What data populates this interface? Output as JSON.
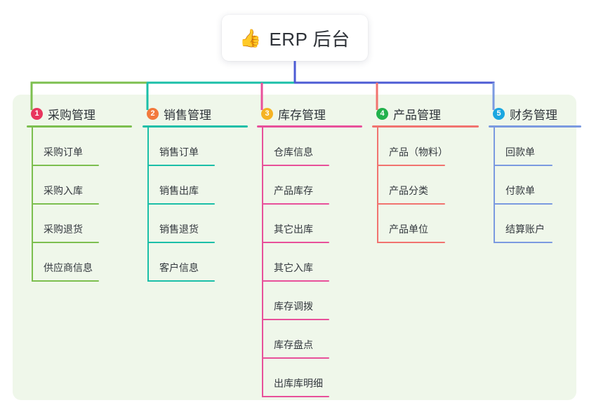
{
  "diagram": {
    "title": "ERP 后台",
    "root": {
      "icon": "thumbs-up-icon",
      "emoji": "👍",
      "label": "ERP 后台"
    },
    "panel_bg": "#eff7ea",
    "trunk_color": "#4c5bd4",
    "bus_segments": [
      {
        "color": "#7cbf4f"
      },
      {
        "color": "#1bbfa8"
      },
      {
        "color": "#4c5bd4"
      }
    ],
    "branches": [
      {
        "number": "1",
        "label": "采购管理",
        "badge_color": "#e8365e",
        "line_color": "#7cbf4f",
        "items": [
          {
            "label": "采购订单"
          },
          {
            "label": "采购入库"
          },
          {
            "label": "采购退货"
          },
          {
            "label": "供应商信息"
          }
        ]
      },
      {
        "number": "2",
        "label": "销售管理",
        "badge_color": "#f2793d",
        "line_color": "#1bbfa8",
        "items": [
          {
            "label": "销售订单"
          },
          {
            "label": "销售出库"
          },
          {
            "label": "销售退货"
          },
          {
            "label": "客户信息"
          }
        ]
      },
      {
        "number": "3",
        "label": "库存管理",
        "badge_color": "#f5b324",
        "line_color": "#e8509a",
        "items": [
          {
            "label": "仓库信息"
          },
          {
            "label": "产品库存"
          },
          {
            "label": "其它出库"
          },
          {
            "label": "其它入库"
          },
          {
            "label": "库存调拨"
          },
          {
            "label": "库存盘点"
          },
          {
            "label": "出库库明细"
          }
        ]
      },
      {
        "number": "4",
        "label": "产品管理",
        "badge_color": "#22b14c",
        "line_color": "#f1736f",
        "items": [
          {
            "label": "产品（物料）"
          },
          {
            "label": "产品分类"
          },
          {
            "label": "产品单位"
          }
        ]
      },
      {
        "number": "5",
        "label": "财务管理",
        "badge_color": "#1ba7e0",
        "line_color": "#7b9ae0",
        "items": [
          {
            "label": "回款单"
          },
          {
            "label": "付款单"
          },
          {
            "label": "结算账户"
          }
        ]
      }
    ]
  }
}
